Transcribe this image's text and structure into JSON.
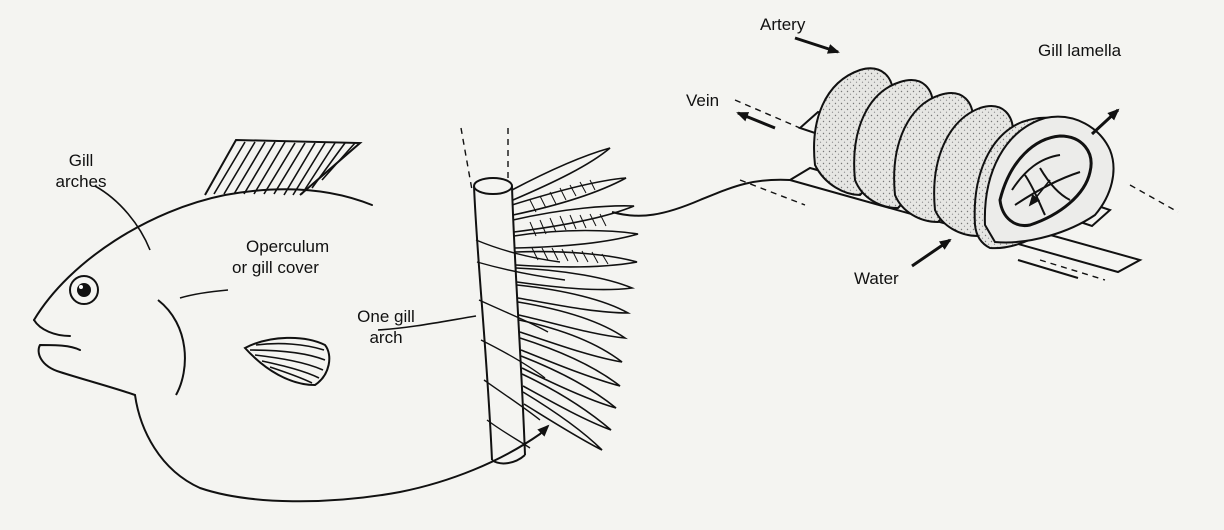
{
  "labels": {
    "artery": "Artery",
    "gill_lamella": "Gill lamella",
    "vein": "Vein",
    "water": "Water",
    "gill_arches_line1": "Gill",
    "gill_arches_line2": "arches",
    "operculum_line1": "Operculum",
    "operculum_line2": "or gill cover",
    "one_gill_arch_line1": "One gill",
    "one_gill_arch_line2": "arch"
  },
  "colors": {
    "ink": "#111111",
    "paper": "#f4f4f1",
    "lamella_fill": "#d9d9d6"
  }
}
